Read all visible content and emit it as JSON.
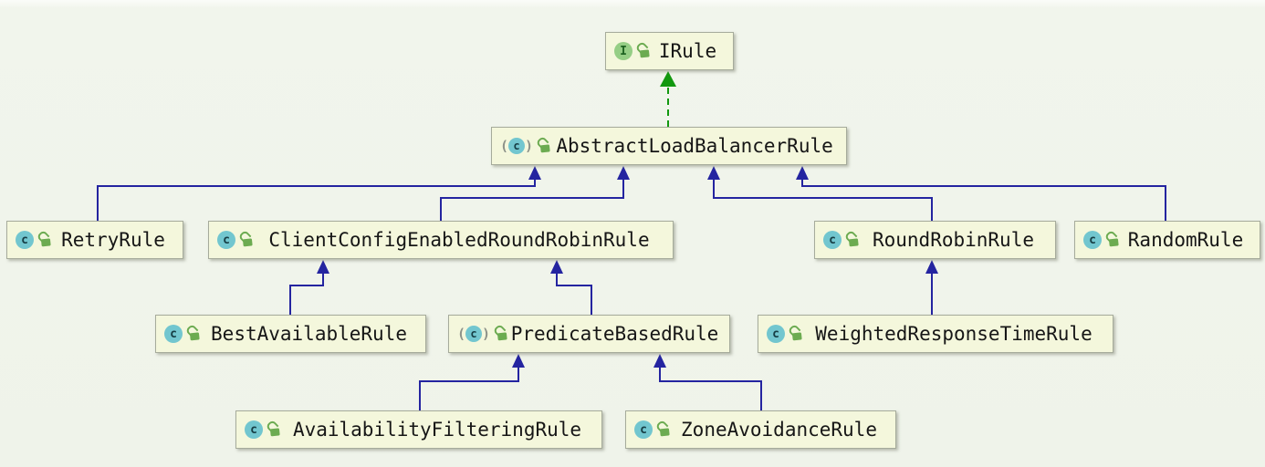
{
  "diagram": {
    "kind": "uml-class-diagram",
    "nodes": {
      "irule": {
        "label": "IRule",
        "stereotype": "interface",
        "icon": "interface-icon",
        "icon_letter": "I"
      },
      "abstract_load_balancer_rule": {
        "label": "AbstractLoadBalancerRule",
        "stereotype": "abstract-class",
        "icon": "abstract-class-icon",
        "icon_letter": "c"
      },
      "retry_rule": {
        "label": "RetryRule",
        "stereotype": "class",
        "icon": "class-icon",
        "icon_letter": "c"
      },
      "client_config_enabled_round_robin_rule": {
        "label": "ClientConfigEnabledRoundRobinRule",
        "stereotype": "class",
        "icon": "class-icon",
        "icon_letter": "c"
      },
      "round_robin_rule": {
        "label": "RoundRobinRule",
        "stereotype": "class",
        "icon": "class-icon",
        "icon_letter": "c"
      },
      "random_rule": {
        "label": "RandomRule",
        "stereotype": "class",
        "icon": "class-icon",
        "icon_letter": "c"
      },
      "best_available_rule": {
        "label": "BestAvailableRule",
        "stereotype": "class",
        "icon": "class-icon",
        "icon_letter": "c"
      },
      "predicate_based_rule": {
        "label": "PredicateBasedRule",
        "stereotype": "abstract-class",
        "icon": "abstract-class-icon",
        "icon_letter": "c"
      },
      "weighted_response_time_rule": {
        "label": "WeightedResponseTimeRule",
        "stereotype": "class",
        "icon": "class-icon",
        "icon_letter": "c"
      },
      "availability_filtering_rule": {
        "label": "AvailabilityFilteringRule",
        "stereotype": "class",
        "icon": "class-icon",
        "icon_letter": "c"
      },
      "zone_avoidance_rule": {
        "label": "ZoneAvoidanceRule",
        "stereotype": "class",
        "icon": "class-icon",
        "icon_letter": "c"
      }
    },
    "icons": {
      "abstract_wrap_open": "(",
      "abstract_wrap_close": ")",
      "lock": "lock-icon"
    },
    "edges": [
      {
        "from": "AbstractLoadBalancerRule",
        "to": "IRule",
        "type": "implements"
      },
      {
        "from": "RetryRule",
        "to": "AbstractLoadBalancerRule",
        "type": "extends"
      },
      {
        "from": "ClientConfigEnabledRoundRobinRule",
        "to": "AbstractLoadBalancerRule",
        "type": "extends"
      },
      {
        "from": "RoundRobinRule",
        "to": "AbstractLoadBalancerRule",
        "type": "extends"
      },
      {
        "from": "RandomRule",
        "to": "AbstractLoadBalancerRule",
        "type": "extends"
      },
      {
        "from": "BestAvailableRule",
        "to": "ClientConfigEnabledRoundRobinRule",
        "type": "extends"
      },
      {
        "from": "PredicateBasedRule",
        "to": "ClientConfigEnabledRoundRobinRule",
        "type": "extends"
      },
      {
        "from": "WeightedResponseTimeRule",
        "to": "RoundRobinRule",
        "type": "extends"
      },
      {
        "from": "AvailabilityFilteringRule",
        "to": "PredicateBasedRule",
        "type": "extends"
      },
      {
        "from": "ZoneAvoidanceRule",
        "to": "PredicateBasedRule",
        "type": "extends"
      }
    ],
    "colors": {
      "canvas_bg": "#f0f4ea",
      "node_fill": "#f4f7dc",
      "node_border": "#a6ab9b",
      "text": "#161616",
      "extends_edge": "#2424a0",
      "implements_edge": "#12980f",
      "class_icon_fill": "#72c6cf",
      "interface_icon_fill": "#95ce85",
      "lock_green": "#6cab51"
    }
  }
}
